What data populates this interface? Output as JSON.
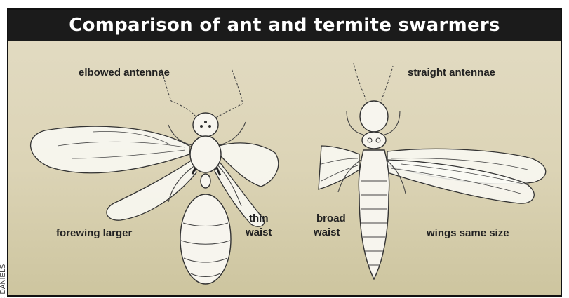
{
  "title": "Comparison of ant and termite swarmers",
  "credit": ": DANIELS",
  "ant": {
    "label_antennae": "elbowed antennae",
    "label_forewing": "forewing larger",
    "label_waist_line1": "thin",
    "label_waist_line2": "waist"
  },
  "termite": {
    "label_antennae": "straight antennae",
    "label_waist_line1": "broad",
    "label_waist_line2": "waist",
    "label_wings": "wings same size"
  },
  "colors": {
    "title_bg": "#1b1b1b",
    "title_text": "#ffffff",
    "background_top": "#e3dcc4",
    "background_bottom": "#cdc59f"
  }
}
